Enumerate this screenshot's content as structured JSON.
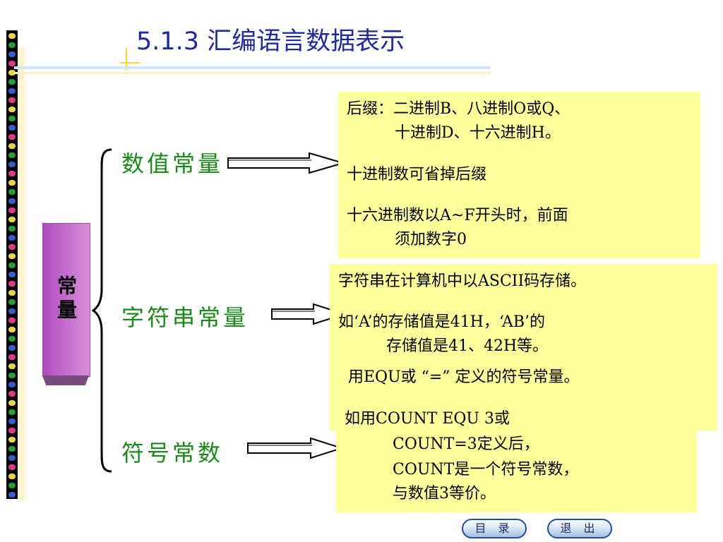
{
  "title": "5.1.3 汇编语言数据表示",
  "box_label": "常量",
  "categories": {
    "numeric": "数值常量",
    "string": "字符串常量",
    "symbolic": "符号常数"
  },
  "notes": {
    "numeric": {
      "l1": "后缀：二进制B、八进制O或Q、",
      "l2": "十进制D、十六进制H。",
      "l3": "十进制数可省掉后缀",
      "l4": "十六进制数以A~F开头时，前面",
      "l5": "须加数字0"
    },
    "string": {
      "l1": "字符串在计算机中以ASCII码存储。",
      "l2": "如‘A’的存储值是41H，‘AB’的",
      "l3": "存储值是41、42H等。",
      "l4": "用EQU或 “=” 定义的符号常量。"
    },
    "symbolic": {
      "l1": "如用COUNT EQU 3或",
      "l2": "COUNT=3定义后，",
      "l3": "COUNT是一个符号常数，",
      "l4": "与数值3等价。"
    }
  },
  "nav": {
    "contents": "目 录",
    "exit": "退 出"
  },
  "colors": {
    "title": "#1f2a9e",
    "category": "#1a8a1a",
    "note_bg": "#ffff9c",
    "box": "#c66fce"
  }
}
